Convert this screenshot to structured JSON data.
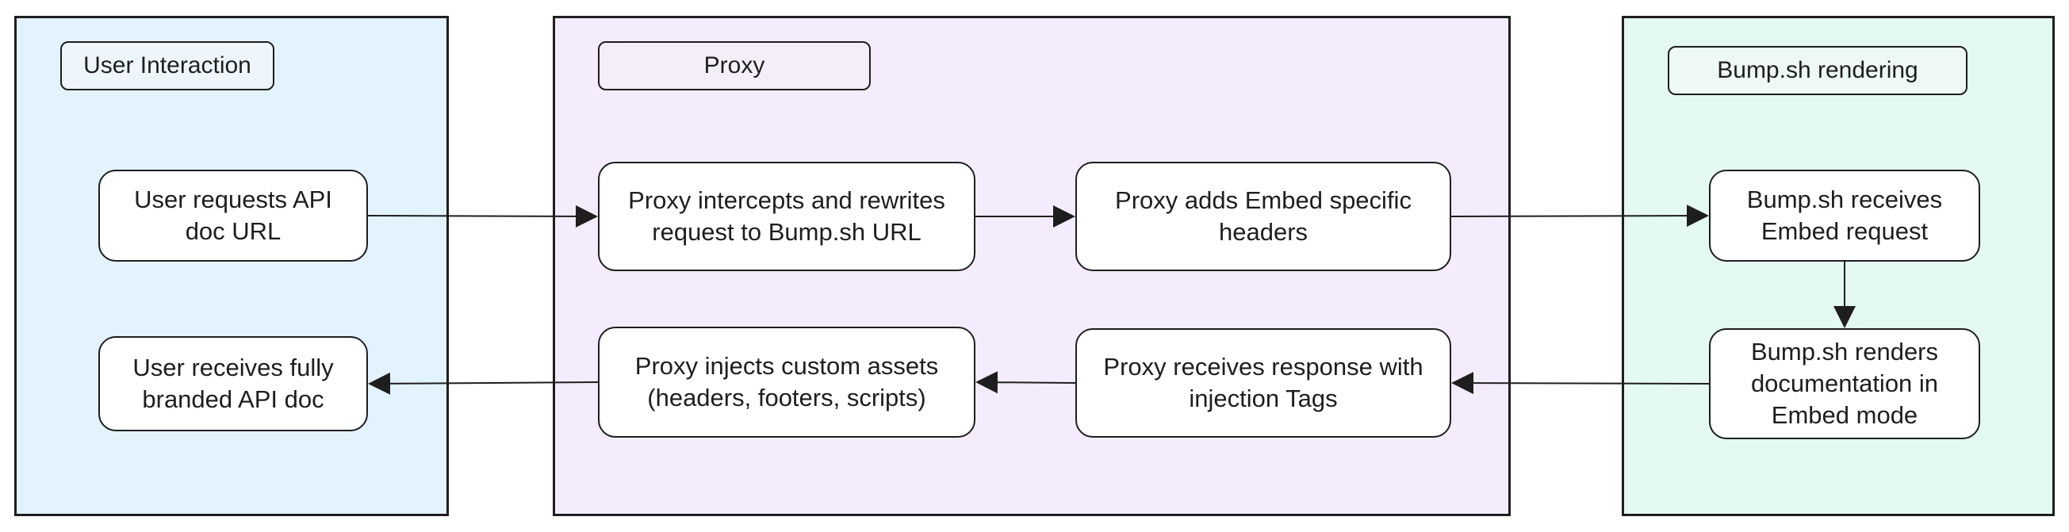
{
  "colors": {
    "lane_user": "#e3f3fd",
    "lane_proxy": "#f4ecfd",
    "lane_bump": "#e4f9f1",
    "title_user": "#eef6fb",
    "title_proxy": "#f3eef8",
    "title_bump": "#eef8f4",
    "stroke": "#1e1e1e"
  },
  "lanes": {
    "user": {
      "title": "User Interaction"
    },
    "proxy": {
      "title": "Proxy"
    },
    "bump": {
      "title": "Bump.sh rendering"
    }
  },
  "nodes": {
    "user_requests": "User requests API\ndoc URL",
    "user_receives": "User receives fully\nbranded API doc",
    "proxy_intercepts": "Proxy intercepts and rewrites\nrequest to Bump.sh URL",
    "proxy_adds_headers": "Proxy adds Embed specific\nheaders",
    "proxy_injects": "Proxy injects custom assets\n(headers, footers, scripts)",
    "proxy_receives": "Proxy receives response with\ninjection Tags",
    "bump_receives": "Bump.sh receives\nEmbed request",
    "bump_renders": "Bump.sh renders\ndocumentation in\nEmbed mode"
  },
  "edges": [
    {
      "from": "user_requests",
      "to": "proxy_intercepts"
    },
    {
      "from": "proxy_intercepts",
      "to": "proxy_adds_headers"
    },
    {
      "from": "proxy_adds_headers",
      "to": "bump_receives"
    },
    {
      "from": "bump_receives",
      "to": "bump_renders"
    },
    {
      "from": "bump_renders",
      "to": "proxy_receives"
    },
    {
      "from": "proxy_receives",
      "to": "proxy_injects"
    },
    {
      "from": "proxy_injects",
      "to": "user_receives"
    }
  ]
}
